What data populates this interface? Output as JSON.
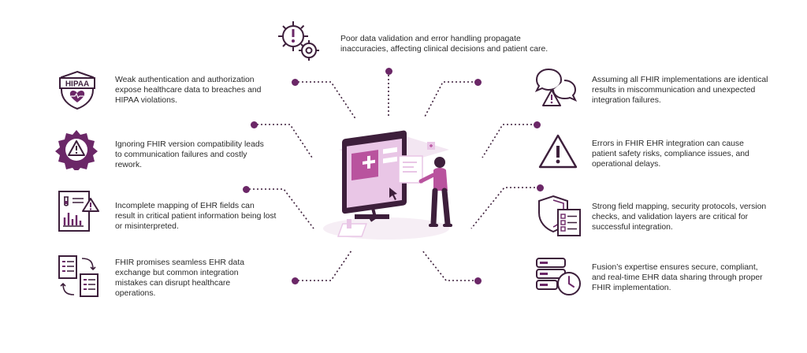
{
  "colors": {
    "accent": "#6b2767",
    "ink": "#3d1f3b",
    "light": "#e9c6e6",
    "text": "#2b2b2b"
  },
  "top": {
    "icon": "gears-alert-icon",
    "text": "Poor data validation and error handling propagate inaccuracies, affecting clinical decisions and patient care."
  },
  "left": [
    {
      "icon": "hipaa-shield-icon",
      "icon_label": "HIPAA",
      "text": "Weak authentication and authorization expose healthcare data to breaches and HIPAA violations."
    },
    {
      "icon": "gear-warning-icon",
      "text": "Ignoring FHIR version compatibility leads to communication failures and costly rework."
    },
    {
      "icon": "lab-report-warning-icon",
      "text": "Incomplete mapping of EHR fields can result in critical patient information being lost or misinterpreted."
    },
    {
      "icon": "document-exchange-icon",
      "text": "FHIR promises seamless EHR data exchange but common integration mistakes can disrupt healthcare operations."
    }
  ],
  "right": [
    {
      "icon": "chat-bubbles-warning-icon",
      "text": "Assuming all FHIR implementations are identical results in miscommunication and unexpected integration failures."
    },
    {
      "icon": "warning-triangle-icon",
      "text": "Errors in FHIR EHR integration can cause patient safety risks, compliance issues, and operational delays."
    },
    {
      "icon": "shield-checklist-icon",
      "text": "Strong field mapping, security protocols, version checks, and validation layers are critical for successful integration."
    },
    {
      "icon": "server-clock-icon",
      "text": "Fusion’s expertise ensures secure, compliant, and real-time EHR data sharing through proper FHIR implementation."
    }
  ],
  "center": {
    "illustration": "person-using-monitor-illustration"
  }
}
